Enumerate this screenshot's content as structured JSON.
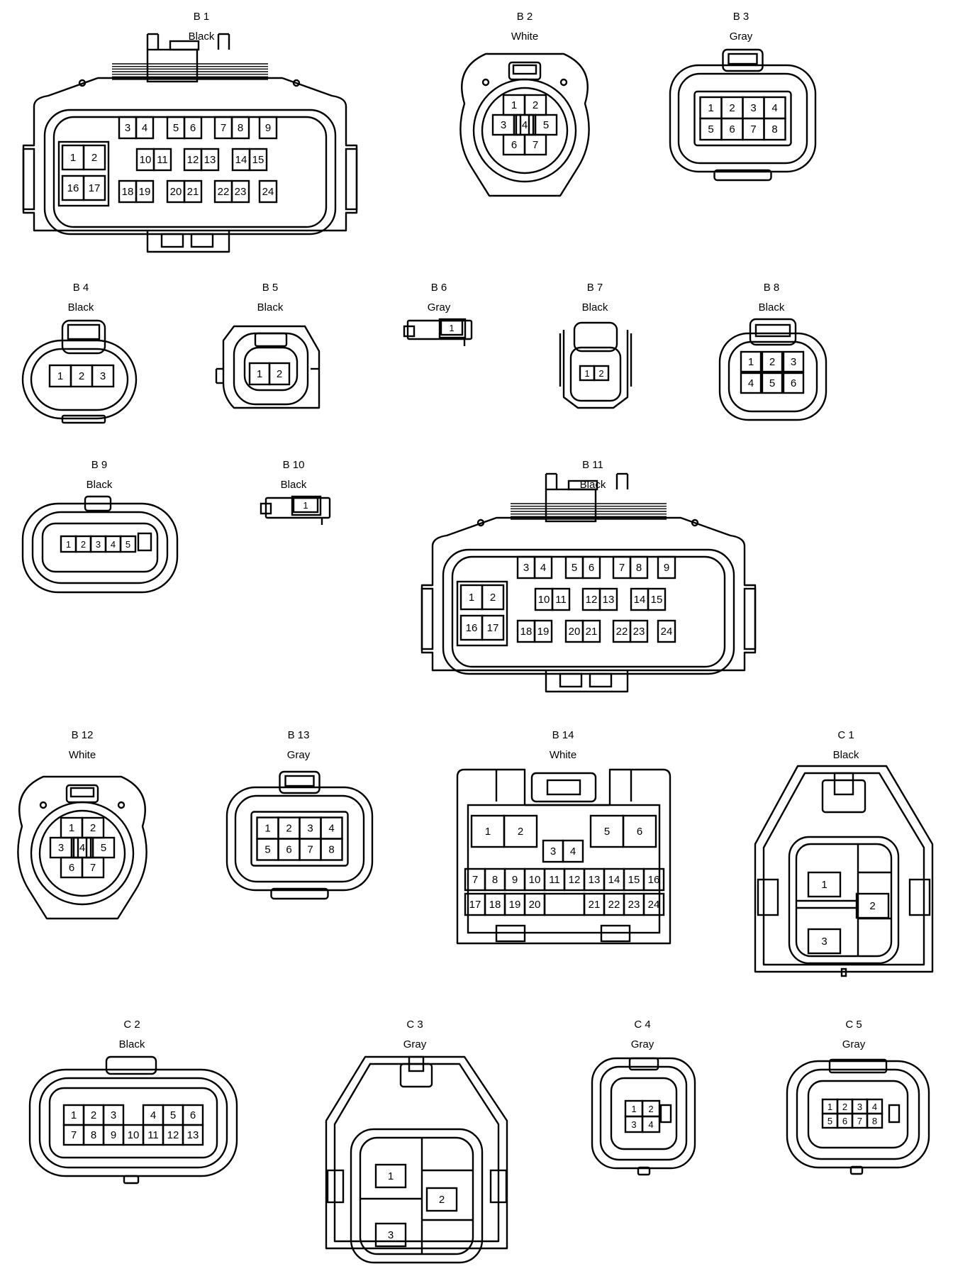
{
  "connectors": [
    {
      "id": "B1",
      "label": "B 1",
      "color": "Black",
      "pins": [
        "1",
        "2",
        "3",
        "4",
        "5",
        "6",
        "7",
        "8",
        "9",
        "10",
        "11",
        "12",
        "13",
        "14",
        "15",
        "16",
        "17",
        "18",
        "19",
        "20",
        "21",
        "22",
        "23",
        "24"
      ]
    },
    {
      "id": "B2",
      "label": "B 2",
      "color": "White",
      "pins": [
        "1",
        "2",
        "3",
        "4",
        "5",
        "6",
        "7"
      ]
    },
    {
      "id": "B3",
      "label": "B 3",
      "color": "Gray",
      "pins": [
        "1",
        "2",
        "3",
        "4",
        "5",
        "6",
        "7",
        "8"
      ]
    },
    {
      "id": "B4",
      "label": "B 4",
      "color": "Black",
      "pins": [
        "1",
        "2",
        "3"
      ]
    },
    {
      "id": "B5",
      "label": "B 5",
      "color": "Black",
      "pins": [
        "1",
        "2"
      ]
    },
    {
      "id": "B6",
      "label": "B 6",
      "color": "Gray",
      "pins": [
        "1"
      ]
    },
    {
      "id": "B7",
      "label": "B 7",
      "color": "Black",
      "pins": [
        "1",
        "2"
      ]
    },
    {
      "id": "B8",
      "label": "B 8",
      "color": "Black",
      "pins": [
        "1",
        "2",
        "3",
        "4",
        "5",
        "6"
      ]
    },
    {
      "id": "B9",
      "label": "B 9",
      "color": "Black",
      "pins": [
        "1",
        "2",
        "3",
        "4",
        "5"
      ]
    },
    {
      "id": "B10",
      "label": "B 10",
      "color": "Black",
      "pins": [
        "1"
      ]
    },
    {
      "id": "B11",
      "label": "B 11",
      "color": "Black",
      "pins": [
        "1",
        "2",
        "3",
        "4",
        "5",
        "6",
        "7",
        "8",
        "9",
        "10",
        "11",
        "12",
        "13",
        "14",
        "15",
        "16",
        "17",
        "18",
        "19",
        "20",
        "21",
        "22",
        "23",
        "24"
      ]
    },
    {
      "id": "B12",
      "label": "B 12",
      "color": "White",
      "pins": [
        "1",
        "2",
        "3",
        "4",
        "5",
        "6",
        "7"
      ]
    },
    {
      "id": "B13",
      "label": "B 13",
      "color": "Gray",
      "pins": [
        "1",
        "2",
        "3",
        "4",
        "5",
        "6",
        "7",
        "8"
      ]
    },
    {
      "id": "B14",
      "label": "B 14",
      "color": "White",
      "pins": [
        "1",
        "2",
        "3",
        "4",
        "5",
        "6",
        "7",
        "8",
        "9",
        "10",
        "11",
        "12",
        "13",
        "14",
        "15",
        "16",
        "17",
        "18",
        "19",
        "20",
        "21",
        "22",
        "23",
        "24"
      ]
    },
    {
      "id": "C1",
      "label": "C 1",
      "color": "Black",
      "pins": [
        "1",
        "2",
        "3"
      ]
    },
    {
      "id": "C2",
      "label": "C 2",
      "color": "Black",
      "pins": [
        "1",
        "2",
        "3",
        "4",
        "5",
        "6",
        "7",
        "8",
        "9",
        "10",
        "11",
        "12",
        "13"
      ]
    },
    {
      "id": "C3",
      "label": "C 3",
      "color": "Gray",
      "pins": [
        "1",
        "2",
        "3"
      ]
    },
    {
      "id": "C4",
      "label": "C 4",
      "color": "Gray",
      "pins": [
        "1",
        "2",
        "3",
        "4"
      ]
    },
    {
      "id": "C5",
      "label": "C 5",
      "color": "Gray",
      "pins": [
        "1",
        "2",
        "3",
        "4",
        "5",
        "6",
        "7",
        "8"
      ]
    }
  ],
  "style": {
    "line_color": "#000000",
    "background": "#ffffff"
  }
}
